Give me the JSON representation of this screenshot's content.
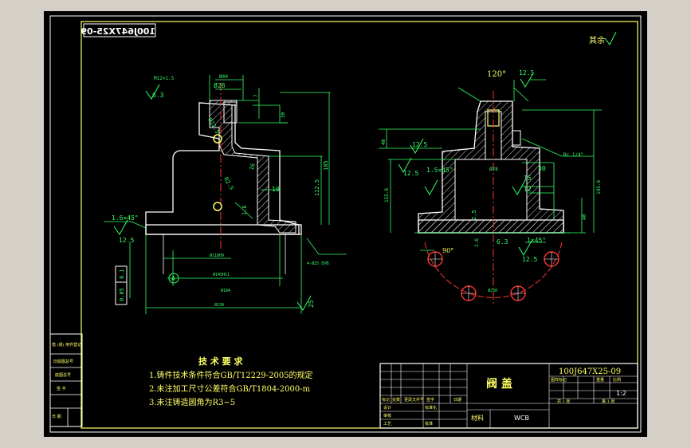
{
  "drawing": {
    "stamp_code_mirrored": "100J647X25-09",
    "surface_note": "其余",
    "left_view": {
      "dims": {
        "m12": "M12×1.5",
        "top_rough": "6.3",
        "d28": "Ø28",
        "d40": "Ø40",
        "r12_5": "R12.5",
        "r2_5": "R2.5",
        "h30": "30",
        "h7": "7",
        "h16": "16",
        "wall10": "10",
        "h185": "185",
        "h112": "112.5",
        "rough16": "1.6",
        "chamfer": "1.6×45°",
        "rough12_5": "12.5",
        "d118": "Ø118H9",
        "d145": "Ø145H11",
        "d184": "Ø184",
        "d230": "Ø230",
        "note_holes": "4-Ø25 均布",
        "rough25": "25",
        "datum": "A",
        "flatness": "0.1",
        "parallel": "0.05"
      }
    },
    "right_view": {
      "dims": {
        "angle120": "120°",
        "rough12_5a": "12.5",
        "rough12_5b": "12.5",
        "rough12_5c": "12.5",
        "rough12_5d": "12.5",
        "rough6_3": "6.3",
        "h40": "40",
        "chamfer": "1.5×45°",
        "d28": "Ø28",
        "h155": "155.6",
        "h15": "15",
        "h12": "12",
        "h30": "30",
        "h195": "195.6",
        "h40b": "40",
        "g2": "2.5",
        "g26": "2.6",
        "rc": "Rc 1/4\"",
        "chamfer2": "1×45°",
        "ang90": "90°",
        "pcd": "Ø230"
      }
    },
    "tech": {
      "title": "技 术 要 求",
      "items": [
        "1.铸件技术条件符合GB/T12229-2005的规定",
        "2.未注加工尺寸公差符合GB/T1804-2000-m",
        "3.未注铸造圆角为R3~5"
      ]
    },
    "title_block": {
      "part_name": "阀   盖",
      "drawing_no": "100J647X25-09",
      "scale": "1:2",
      "material_label": "材料",
      "material": "WCB",
      "sheet": "共 1 张",
      "sheet_no": "第 1 张",
      "labels": {
        "stage": "图样标记",
        "weight": "重量",
        "scale_label": "比例",
        "mark": "标记",
        "count": "处数",
        "change_no": "更改文件号",
        "sign": "签字",
        "date": "日期",
        "design": "设计",
        "check": "审核",
        "process": "工艺",
        "approve": "批准",
        "std": "标准化"
      }
    },
    "side_block": {
      "rows": [
        "借 (通) 用件登记",
        "旧底图总号",
        "底图总号",
        "签  字",
        "日  期"
      ]
    }
  }
}
